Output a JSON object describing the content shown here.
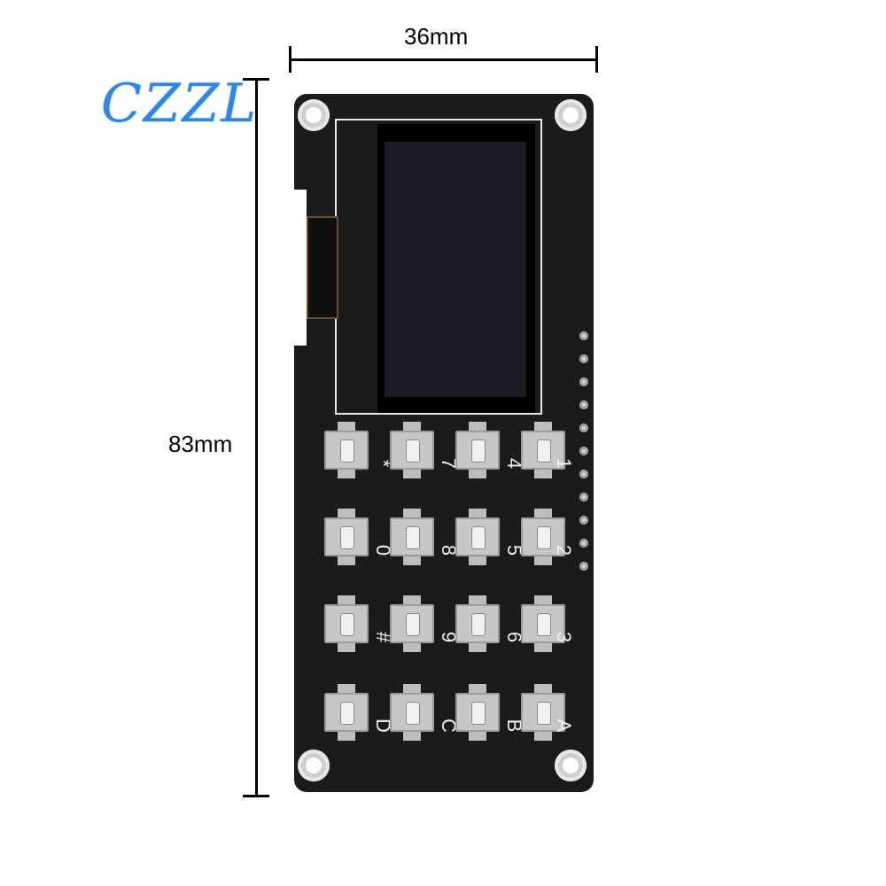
{
  "dimensions": {
    "width_label": "36mm",
    "height_label": "83mm"
  },
  "logo": {
    "text": "CZZL",
    "color": "#2e86e6"
  },
  "board": {
    "color": "#1b1b1d"
  },
  "keypad": {
    "rows": [
      [
        "*",
        "7",
        "4",
        "1"
      ],
      [
        "0",
        "8",
        "5",
        "2"
      ],
      [
        "#",
        "9",
        "6",
        "3"
      ],
      [
        "D",
        "C",
        "B",
        "A"
      ]
    ]
  }
}
